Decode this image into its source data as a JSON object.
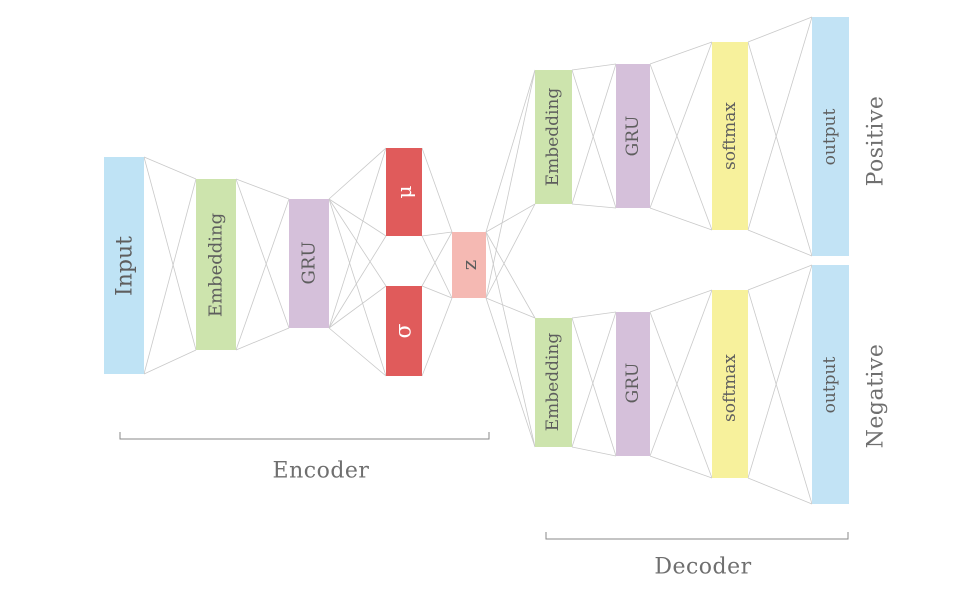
{
  "diagram": {
    "encoder": {
      "input": "Input",
      "embedding": "Embedding",
      "gru": "GRU",
      "mu": "μ",
      "sigma": "σ",
      "label": "Encoder"
    },
    "latent": "z",
    "decoder": {
      "label": "Decoder",
      "positive": {
        "embedding": "Embedding",
        "gru": "GRU",
        "softmax": "softmax",
        "output": "output",
        "label": "Positive"
      },
      "negative": {
        "embedding": "Embedding",
        "gru": "GRU",
        "softmax": "softmax",
        "output": "output",
        "label": "Negative"
      }
    }
  },
  "colors": {
    "input": "#bfe3f5",
    "embedding": "#cde4ad",
    "gru": "#d5c0da",
    "mu_sigma": "#e05b5b",
    "z": "#f5b9b3",
    "softmax": "#f7f19c",
    "output": "#c2e3f5"
  }
}
